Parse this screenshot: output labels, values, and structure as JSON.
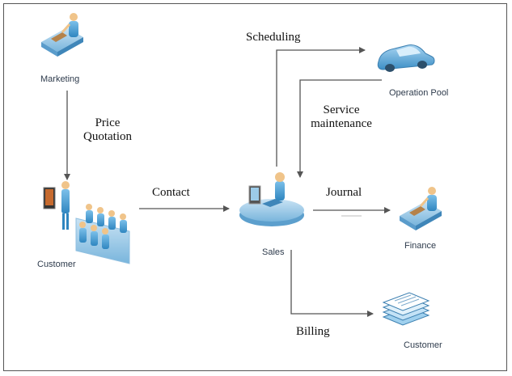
{
  "nodes": {
    "marketing": "Marketing",
    "customer_left": "Customer",
    "sales": "Sales",
    "operation_pool": "Operation Pool",
    "finance": "Finance",
    "customer_right": "Customer"
  },
  "edges": {
    "price_quotation_line1": "Price",
    "price_quotation_line2": "Quotation",
    "contact": "Contact",
    "scheduling": "Scheduling",
    "service_maintenance_line1": "Service",
    "service_maintenance_line2": "maintenance",
    "journal": "Journal",
    "billing": "Billing"
  },
  "colors": {
    "arrow": "#555555",
    "person": "#4a9fd0",
    "desk": "#8fc3e3",
    "car": "#6fb2dc",
    "skin": "#f0c48a"
  },
  "icons": {
    "marketing": "person-at-desk-icon",
    "customer_left": "meeting-room-icon",
    "sales": "person-at-computer-icon",
    "operation_pool": "car-icon",
    "finance": "person-at-desk-icon",
    "customer_right": "documents-stack-icon"
  }
}
